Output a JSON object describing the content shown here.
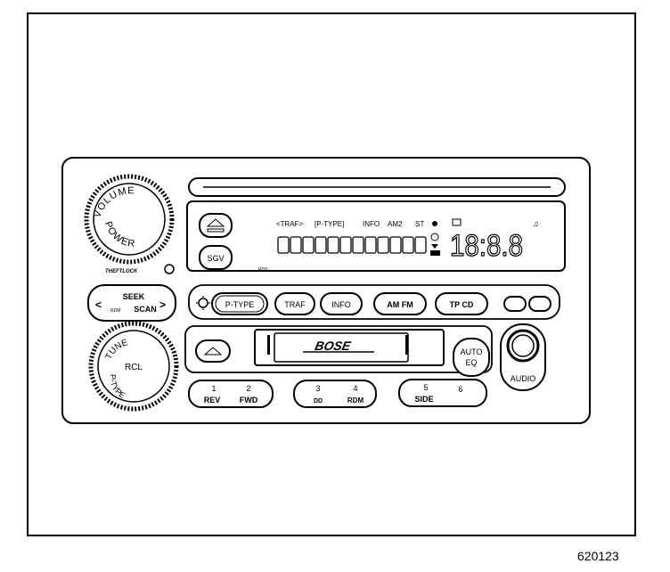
{
  "figure_number": "620123",
  "volume_knob": {
    "top_label": "VOLUME",
    "bottom_label": "POWER"
  },
  "theftlock_label": "THEFTLOCK",
  "display": {
    "indicators": [
      "<TRAF>",
      "[P-TYPE]",
      "INFO",
      "AM2",
      "ST"
    ],
    "clock_digits": "18:8.8",
    "rds_label": "RDS"
  },
  "buttons": {
    "eject": "eject",
    "sgv": "SGV",
    "seek": "SEEK",
    "rdm_small": "RDM",
    "scan": "SCAN",
    "p_type": "P-TYPE",
    "traf": "TRAF",
    "info": "INFO",
    "am_fm": "AM FM",
    "tp_cd": "TP CD",
    "auto_eq_line1": "AUTO",
    "auto_eq_line2": "EQ",
    "audio": "AUDIO",
    "preset_1_num": "1",
    "preset_1_label": "REV",
    "preset_2_num": "2",
    "preset_2_label": "FWD",
    "preset_3_num": "3",
    "preset_3_label": "DD",
    "preset_4_num": "4",
    "preset_4_label": "RDM",
    "preset_5_num": "5",
    "preset_5_label": "SIDE",
    "preset_6_num": "6"
  },
  "tune_knob": {
    "top_label": "TUNE",
    "middle_label": "RCL",
    "bottom_label": "P-TYPE"
  },
  "cassette": {
    "brand": "BOSE"
  }
}
